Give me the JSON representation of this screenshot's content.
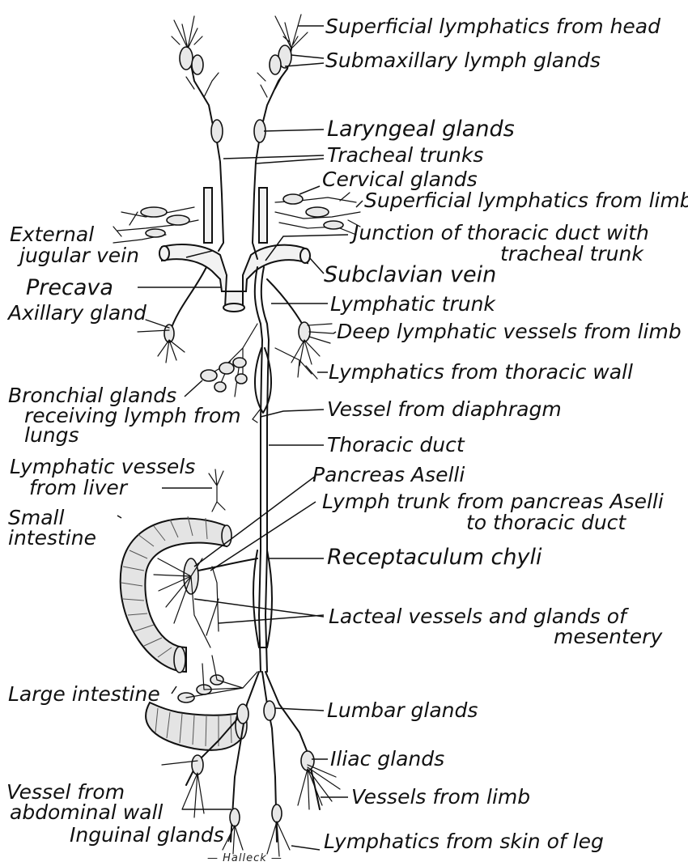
{
  "labels": {
    "superficial_head": "Superficial lymphatics from head",
    "submaxillary": "Submaxillary lymph glands",
    "laryngeal": "Laryngeal glands",
    "tracheal_trunks": "Tracheal trunks",
    "cervical": "Cervical glands",
    "superficial_limb": "Superficial lymphatics from limb",
    "external_jugular_1": "External",
    "external_jugular_2": "jugular vein",
    "junction_1": "Junction of thoracic duct with",
    "junction_2": "tracheal trunk",
    "subclavian": "Subclavian vein",
    "precava": "Precava",
    "lymphatic_trunk": "Lymphatic trunk",
    "axillary": "Axillary gland",
    "deep_limb": "Deep lymphatic vessels from limb",
    "thoracic_wall": "Lymphatics from thoracic wall",
    "bronchial_1": "Bronchial glands",
    "bronchial_2": "receiving lymph from",
    "bronchial_3": "lungs",
    "diaphragm": "Vessel from diaphragm",
    "thoracic_duct": "Thoracic duct",
    "liver_1": "Lymphatic vessels",
    "liver_2": "from liver",
    "pancreas": "Pancreas Aselli",
    "lymph_trunk_1": "Lymph trunk from pancreas Aselli",
    "lymph_trunk_2": "to thoracic duct",
    "small_int_1": "Small",
    "small_int_2": "intestine",
    "receptaculum": "Receptaculum chyli",
    "lacteal_1": "Lacteal vessels and glands of",
    "lacteal_2": "mesentery",
    "large_int": "Large intestine",
    "lumbar": "Lumbar glands",
    "iliac": "Iliac glands",
    "abd_wall_1": "Vessel from",
    "abd_wall_2": "abdominal wall",
    "vessels_limb": "Vessels from limb",
    "inguinal": "Inguinal glands",
    "skin_leg": "Lymphatics from skin of leg",
    "signature": "— Halleck —"
  }
}
